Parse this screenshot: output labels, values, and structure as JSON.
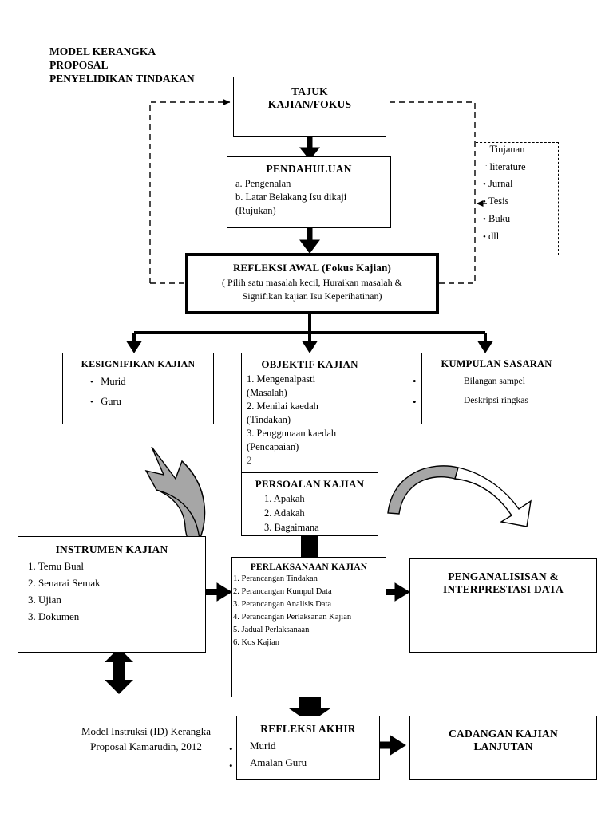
{
  "title": "MODEL KERANGKA\nPROPOSAL\nPENYELIDIKAN TINDAKAN",
  "caption": "Model Instruksi (ID) Kerangka\nProposal Kamarudin, 2012",
  "colors": {
    "line": "#000000",
    "curved_arrow_fill": "#a6a6a6",
    "background": "#ffffff"
  },
  "boxes": {
    "tajuk": {
      "header": "TAJUK",
      "header2": "KAJIAN/FOKUS"
    },
    "pendahuluan": {
      "header": "PENDAHULUAN",
      "items": [
        "a.  Pengenalan",
        "b.  Latar Belakang Isu dikaji",
        "     (Rujukan)"
      ]
    },
    "refleksi_awal": {
      "header": "REFLEKSI AWAL (Fokus Kajian)",
      "sub1": "( Pilih satu masalah kecil, Huraikan masalah &",
      "sub2": "Signifikan kajian Isu Keperihatinan)"
    },
    "kesignifikan": {
      "header": "KESIGNIFIKAN KAJIAN",
      "items": [
        "Murid",
        "Guru"
      ]
    },
    "objektif": {
      "header": "OBJEKTIF KAJIAN",
      "items": [
        "1.  Mengenalpasti",
        "        (Masalah)",
        "2.   Menilai kaedah",
        "        (Tindakan)",
        "3.  Penggunaan kaedah",
        "        (Pencapaian)",
        "     2"
      ]
    },
    "kumpulan": {
      "header": "KUMPULAN SASARAN",
      "items": [
        "Bilangan sampel",
        "Deskripsi ringkas"
      ]
    },
    "persoalan": {
      "header": "PERSOALAN KAJIAN",
      "items": [
        "1.  Apakah",
        "2.  Adakah",
        "3.  Bagaimana"
      ]
    },
    "instrumen": {
      "header": "INSTRUMEN KAJIAN",
      "items": [
        "1.  Temu Bual",
        "2.  Senarai Semak",
        "3.  Ujian",
        "3.  Dokumen"
      ]
    },
    "perlaksanaan": {
      "header": "PERLAKSANAAN KAJIAN",
      "items": [
        "1. Perancangan Tindakan",
        "2. Perancangan Kumpul Data",
        "3. Perancangan Analisis Data",
        "4. Perancangan Perlaksanan Kajian",
        "5. Jadual Perlaksanaan",
        "6. Kos Kajian"
      ]
    },
    "penganalisisan": {
      "header": "PENGANALISISAN &",
      "header2": "INTERPRESTASI DATA"
    },
    "refleksi_akhir": {
      "header": "REFLEKSI AKHIR",
      "items": [
        "Murid",
        "Amalan Guru"
      ]
    },
    "cadangan": {
      "header": "CADANGAN KAJIAN",
      "header2": "LANJUTAN"
    },
    "sumber_rujukan": {
      "items": [
        "Tinjauan",
        "literature",
        "Jurnal",
        "Tesis",
        "Buku",
        "dll"
      ]
    }
  }
}
